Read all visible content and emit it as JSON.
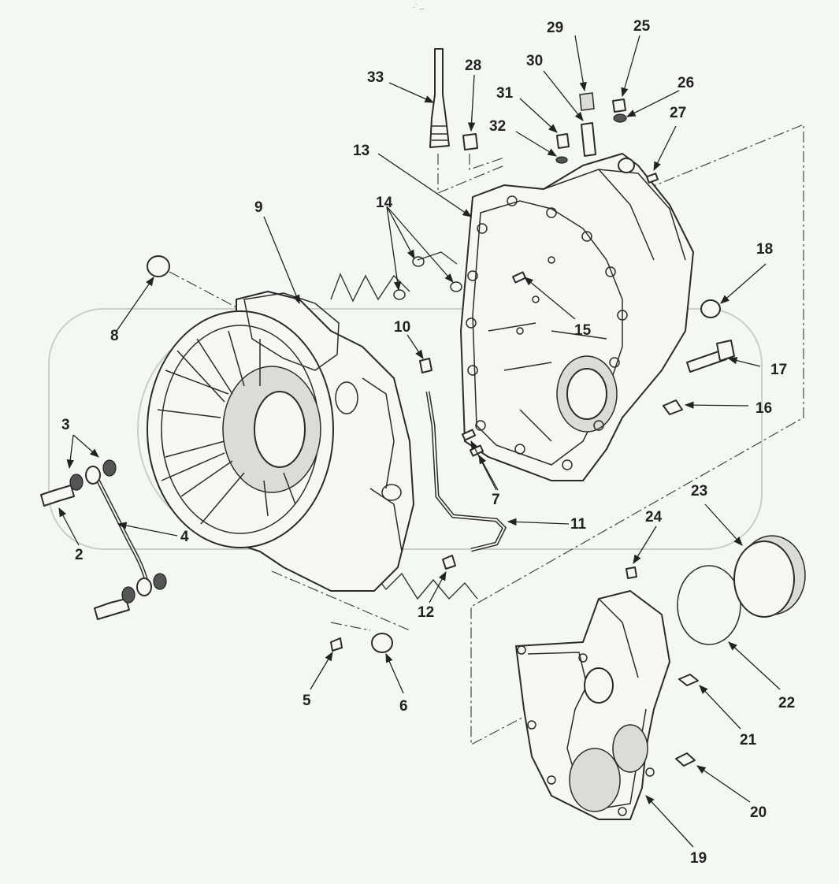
{
  "header": {
    "mark": "·˙ ‥"
  },
  "callouts": [
    "2",
    "3",
    "4",
    "5",
    "6",
    "7",
    "8",
    "9",
    "10",
    "11",
    "12",
    "13",
    "14",
    "15",
    "16",
    "17",
    "18",
    "19",
    "20",
    "21",
    "22",
    "23",
    "24",
    "25",
    "26",
    "27",
    "28",
    "29",
    "30",
    "31",
    "32",
    "33"
  ],
  "colors": {
    "ink": "#222222",
    "background": "#f4f8f2",
    "watermark": "#aab4a6"
  }
}
